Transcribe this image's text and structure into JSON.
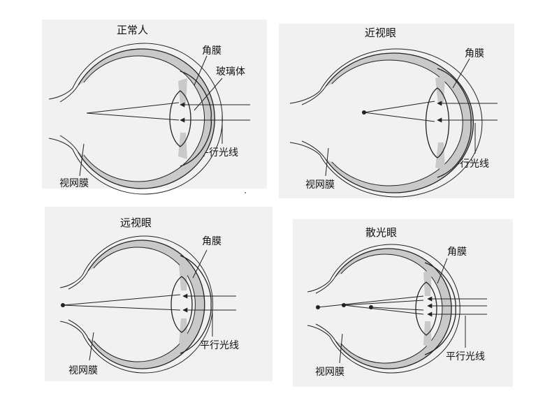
{
  "panels": [
    {
      "title": "正常人",
      "labels": {
        "cornea": "角膜",
        "vitreous": "玻璃体",
        "parallel_light": "平行光线",
        "retina": "视网膜"
      }
    },
    {
      "title": "近视眼",
      "labels": {
        "cornea": "角膜",
        "parallel_light": "平行光线",
        "retina": "视网膜"
      }
    },
    {
      "title": "远视眼",
      "labels": {
        "cornea": "角膜",
        "parallel_light": "平行光线",
        "retina": "视网膜"
      }
    },
    {
      "title": "散光眼",
      "labels": {
        "cornea": "角膜",
        "parallel_light": "平行光线",
        "retina": "视网膜"
      }
    }
  ]
}
